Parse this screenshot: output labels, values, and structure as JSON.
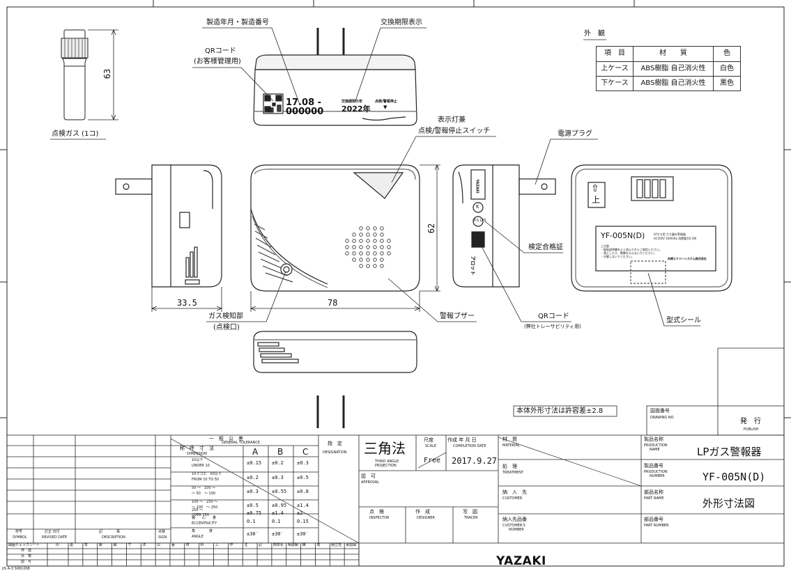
{
  "callouts": {
    "manufacture": "製造年月・製造番号",
    "expiry": "交換期限表示",
    "qr_line1": "QRコード",
    "qr_line2": "(お客様管理用)",
    "gas": "点検ガス (1コ)",
    "indicator1": "表示灯兼",
    "indicator2": "点検/警報停止スイッチ",
    "plug": "電源プラグ",
    "cert": "検定合格証",
    "sensor1": "ガス検知部",
    "sensor2": "(点検口)",
    "buzzer": "警報ブザー",
    "qr2_line1": "QRコード",
    "qr2_line2": "(弊社トレーサビリティ用)",
    "seal": "型式シール"
  },
  "dimensions": {
    "gas_h": "63",
    "h": "62",
    "depth": "33.5",
    "width": "78"
  },
  "device": {
    "date": "17.08 -",
    "serial": "000000",
    "expiry_label": "交換期限の年",
    "expiry_year": "2022年",
    "switch_label": "点検/警報停止",
    "switch_arrow": "▼",
    "model": "YF-005N(D)",
    "label_lines": [
      "LPガス用 ガス漏れ警報器",
      "AC100V 50/60Hz 消費電力0.5W",
      "ご注意",
      "・取扱説明書をよく読んでからご使用ください。",
      "・落としたり、衝撃を与えないでください。",
      "・分解しないでください。"
    ],
    "maker": "矢崎エナジーシステム株式会社",
    "arrow_up": "上",
    "up_glyph": "⇧",
    "side_brand": "アロット",
    "side_yazaki": "YAZAKI",
    "side_ok": "K",
    "side_lps": "P.S LPS"
  },
  "appearance": {
    "title": "外　観",
    "headers": [
      "項　目",
      "材　　質",
      "色"
    ],
    "rows": [
      [
        "上ケース",
        "ABS樹脂 自己消火性",
        "白色"
      ],
      [
        "下ケース",
        "ABS樹脂 自己消火性",
        "黒色"
      ]
    ]
  },
  "tolerance_note": "本体外形寸法は許容差±2.8",
  "drawing_no": {
    "label": "図面番号",
    "en": "DRAWING NO",
    "publish": "発　行",
    "publish_en": "PUBLISH"
  },
  "tol": {
    "title": "一　般　公　差",
    "title_en": "GENERAL TOLERANCE",
    "dim": "称　呼　寸　法",
    "dim_en": "DIMENSION",
    "cols": [
      "A",
      "B",
      "C"
    ],
    "rows": [
      {
        "label": "10以下",
        "label_en": "UNDER 10",
        "a": "±0.15",
        "b": "±0.2",
        "c": "±0.3"
      },
      {
        "label": "10ヲコエ　50以下",
        "label_en": "FROM 10 TO 50",
        "a": "±0.2",
        "b": "±0.3",
        "c": "±0.5"
      },
      {
        "label": "50 〜　100 〜",
        "label_en": "〜 50　〜 100",
        "a": "±0.3",
        "b": "±0.55",
        "c": "±0.8"
      },
      {
        "label": "100 〜　250 〜",
        "label_en": "〜 100　〜 250",
        "a": "±0.5",
        "b": "±0.95",
        "c": "±1.4"
      },
      {
        "label": "250 〜",
        "label_en": "OVER 250",
        "a": "±0.75",
        "b": "±1.4",
        "c": "±2"
      },
      {
        "label": "偏　　心　　量",
        "label_en": "ECCENTRICITY",
        "a": "0.1",
        "b": "0.1",
        "c": "0.15"
      },
      {
        "label": "角　　　　度",
        "label_en": "ANGLE",
        "a": "±30′",
        "b": "±30′",
        "c": "±30′"
      }
    ],
    "designation": "指　定",
    "designation_en": "DESIGNATION"
  },
  "rev": {
    "symbol": "符号",
    "symbol_en": "SYMBOL",
    "date": "訂正 日付",
    "date_en": "REVISED DATE",
    "desc": "記　　　　事",
    "desc_en": "DESCRIPTION",
    "sign": "点検",
    "sign_en": "SIGN"
  },
  "projection": {
    "title": "三角法",
    "en1": "THIRD ANGLE",
    "en2": "PROJECTION"
  },
  "scale": {
    "label": "尺度",
    "en": "SCALE",
    "value": "Free"
  },
  "completion": {
    "label": "作成 年 月 日",
    "en": "COMPLETION DATE",
    "value": "2017.9.27"
  },
  "approval": {
    "label": "認　可",
    "en": "APPROVAL"
  },
  "inspector": {
    "label": "点　検",
    "en": "INSPECTOR"
  },
  "designer": {
    "label": "作　成",
    "en": "DESIGNER"
  },
  "tracer": {
    "label": "写　図",
    "en": "TRACER"
  },
  "material": {
    "label": "材　質",
    "en": "MATERIAL"
  },
  "treatment": {
    "label": "処　理",
    "en": "TREATMENT"
  },
  "customer": {
    "label": "納　入　先",
    "en": "CUSTOMER"
  },
  "customer_no": {
    "label": "納入先品番",
    "en1": "CUSTOMER'S",
    "en2": "NUMBER"
  },
  "product_name": {
    "label": "製品名称",
    "en1": "PRODUCTION",
    "en2": "NAME",
    "value": "LPガス警報器"
  },
  "product_no": {
    "label": "製品番号",
    "en1": "PRODUCTION",
    "en2": "NUMBER",
    "value": "YF-005N(D)"
  },
  "part_name": {
    "label": "部品名称",
    "en": "PART NAME",
    "value": "外形寸法図"
  },
  "part_no": {
    "label": "部品番号",
    "en": "PART NUMBER"
  },
  "check_sheet": {
    "row_labels": [
      "図面チェックシート",
      "作　成",
      "点　検",
      "認　可"
    ],
    "mark": "印",
    "cols": [
      "基",
      "本",
      "製",
      "図",
      "寸",
      "法",
      "公",
      "差",
      "材",
      "料",
      "工",
      "作",
      "注",
      "記",
      "標準化",
      "相違欄",
      "構",
      "成",
      "組立性",
      "承認図"
    ]
  },
  "jis": "JIS A-3 S061008",
  "brand": "YAZAKI"
}
